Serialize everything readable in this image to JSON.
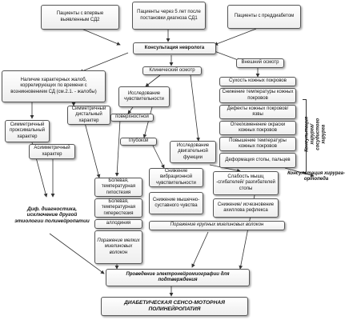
{
  "nodes": {
    "first_time": "Пациенты с впервые выявленным СД2",
    "after_5_years": "Пациенты через 5 лет после постановки диагноза СД1",
    "prediabetes": "Пациенты с преддиабетом",
    "neuro_consult": "Консультация невролога",
    "clinical_exam": "Клинический осмотр",
    "external_exam": "Внешний осмотр",
    "complaints": "Наличие характерных жалоб, коррелирующих по времени с возникновением СД (см.2.1. - жалобы)",
    "sensitivity_study": "Исследование чувствительности",
    "superficial": "поверхностной",
    "deep": "глубокой",
    "symmetric_distal": "Симметричный дистальный характер",
    "symmetric_proximal": "Симметричный проксимальный характер",
    "asymmetric": "Асимметричный характер",
    "dry_skin": "Сухость кожных покровов",
    "skin_temp_drop": "Снижение температуры кожных покровов",
    "skin_defects": "Дефекты кожных покровов/язвы",
    "edema": "Отек/изменение окраски кожных покровов",
    "skin_temp_rise": "Повышение температуры кожных покровов",
    "foot_deformity": "Деформация стопы, пальцев",
    "vascular_surgeon": "Консультация хирурга/ сосудистого хирурга",
    "orthopedist": "Консультация хирурга-ортопеда",
    "motor_study": "Исследование двигательной функции",
    "vibration": "Снижение вибрационной чувствительности",
    "joint_muscle": "Снижение мышечно-суставного чувства",
    "weakness": "Слабость мышц -сгибателей/ разгибателей стопы",
    "achilles": "Снижение/ исчезновение ахиллова рефлекса",
    "large_fibers": "Поражение крупных миелиновых волокон",
    "hypoesthesia": "Болевая, температурная гипостезия",
    "hyperesthesia": "Болевая, температурная гиперестезия",
    "allodynia": "аллодиния",
    "small_fibers": "Поражение мелких миелиновых волокон",
    "diff_diagnosis": "Диф. диагностика, исключение другой этиологии полинейропатии",
    "emg": "Проведение электронейромиографии для подтверждения",
    "final_diagnosis": "ДИАБЕТИЧЕСКАЯ СЕНСО-МОТОРНАЯ ПОЛИНЕЙРОПАТИЯ"
  }
}
